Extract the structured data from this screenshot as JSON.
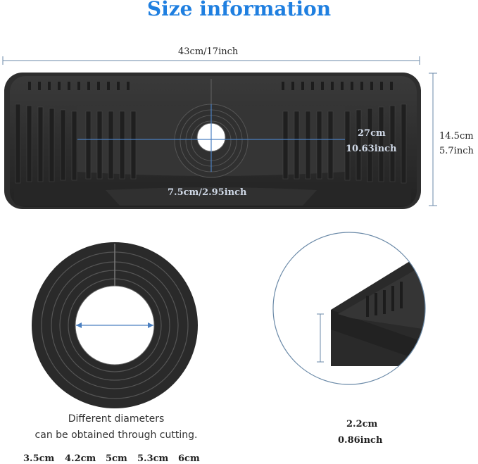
{
  "header": {
    "title": "Size information"
  },
  "mat": {
    "width_label": "43cm/17inch",
    "height_label_cm": "14.5cm",
    "height_label_in": "5.7inch",
    "inner_width_cm": "27cm",
    "inner_width_in": "10.63inch",
    "hole_label": "7.5cm/2.95inch"
  },
  "ring": {
    "caption_line1": "Different diameters",
    "caption_line2": "can be obtained through cutting.",
    "diameters": [
      "3.5cm",
      "4.2cm",
      "5cm",
      "5.3cm",
      "6cm"
    ]
  },
  "edge": {
    "height_cm": "2.2cm",
    "height_in": "0.86inch"
  },
  "colors": {
    "accent": "#1f7fe0",
    "dimension_blue": "#1e5fb0",
    "mat": "#2b2b2b",
    "line": "#4a6b8a"
  }
}
